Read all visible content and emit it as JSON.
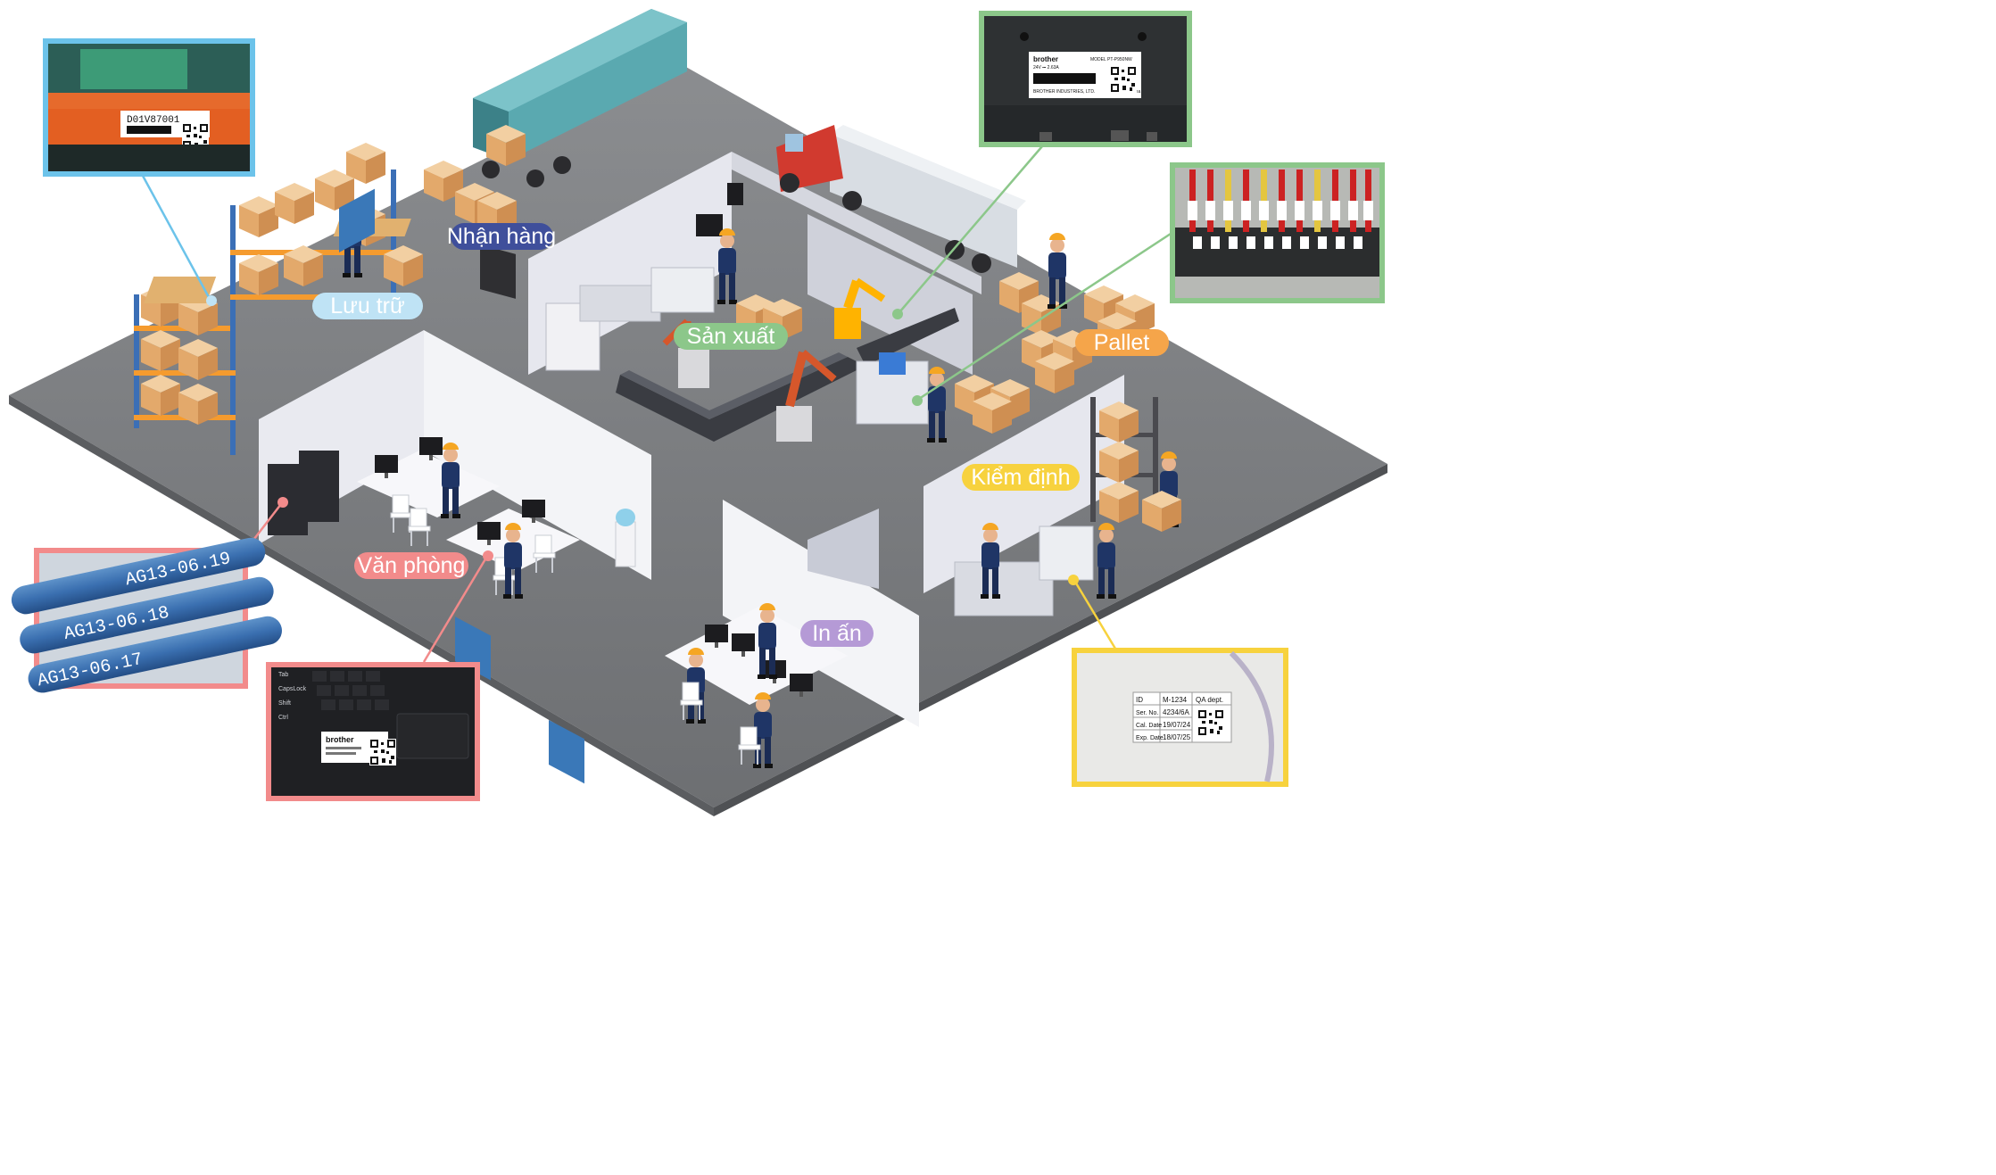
{
  "zones": [
    {
      "id": "nhan-hang",
      "label": "Nhận hàng",
      "bg": "#3f4f9b",
      "fg": "#ffffff"
    },
    {
      "id": "luu-tru",
      "label": "Lưu trữ",
      "bg": "#bfe3f5",
      "fg": "#ffffff"
    },
    {
      "id": "san-xuat",
      "label": "Sản xuất",
      "bg": "#8cc78a",
      "fg": "#ffffff"
    },
    {
      "id": "pallet",
      "label": "Pallet",
      "bg": "#f5a54a",
      "fg": "#ffffff"
    },
    {
      "id": "kiem-dinh",
      "label": "Kiểm định",
      "bg": "#f7d23e",
      "fg": "#ffffff"
    },
    {
      "id": "van-phong",
      "label": "Văn phòng",
      "bg": "#f28b8b",
      "fg": "#ffffff"
    },
    {
      "id": "in-an",
      "label": "In ấn",
      "bg": "#b59ad6",
      "fg": "#ffffff"
    }
  ],
  "insets": {
    "shelf_label": {
      "border": "#6cc3ea",
      "code": "D01V87001"
    },
    "device_label": {
      "border": "#8cc78a",
      "brand": "brother",
      "model": "MODEL PT-P950NW",
      "rating": "24V ⎓ 2.63A",
      "maker": "BROTHER INDUSTRIES, LTD.",
      "origin": "Made in China"
    },
    "terminal_label": {
      "border": "#8cc78a"
    },
    "cable_label": {
      "border": "#f28b8b",
      "codes": [
        "AG13-06.19",
        "AG13-06.18",
        "AG13-06.17"
      ]
    },
    "laptop_label": {
      "border": "#f28b8b",
      "brand": "brother",
      "keys": [
        "Tab",
        "CapsLock",
        "Shift",
        "Ctrl"
      ]
    },
    "qa_label": {
      "border": "#f7d23e",
      "rows": [
        {
          "k": "ID",
          "v": "M-1234"
        },
        {
          "k": "Ser. No.",
          "v": "4234/6A"
        },
        {
          "k": "Cal. Date",
          "v": "19/07/24"
        },
        {
          "k": "Exp. Date",
          "v": "18/07/25"
        }
      ],
      "dept": "QA dept."
    }
  },
  "colors": {
    "floor": "#7f8183",
    "wall": "#e6e7ee",
    "box": "#e7b47d",
    "worker": "#1f3566",
    "truck_red": "#d13a2f",
    "container": "#5aa9b0"
  }
}
